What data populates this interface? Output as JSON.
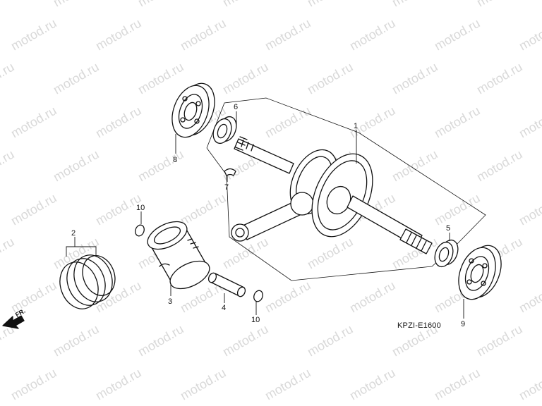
{
  "watermark": "motod.ru",
  "diagram_code": "KPZI-E1600",
  "front_mark": "FR.",
  "callouts": {
    "crankshaft": "1",
    "piston_rings": "2",
    "piston": "3",
    "piston_pin": "4",
    "needle_bearing_right": "5",
    "needle_bearing_left": "6",
    "woodruff_key": "7",
    "ball_bearing_left": "8",
    "ball_bearing_right": "9",
    "clip_upper": "10",
    "clip_lower": "10"
  }
}
